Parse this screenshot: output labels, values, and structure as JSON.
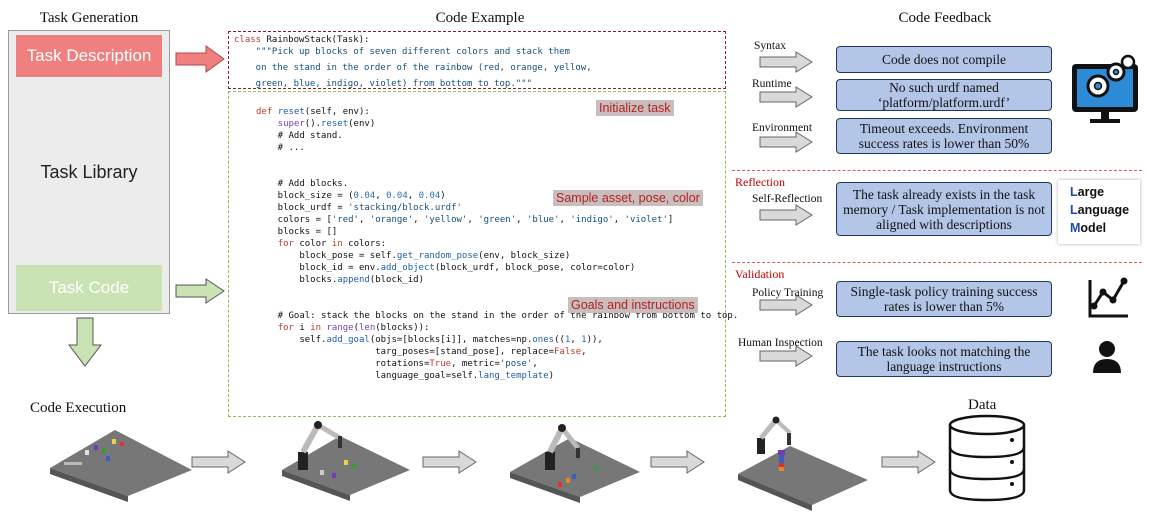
{
  "headers": {
    "task_generation": "Task Generation",
    "code_example": "Code Example",
    "code_feedback": "Code Feedback"
  },
  "library": {
    "task_description": "Task Description",
    "task_library": "Task Library",
    "task_code": "Task Code"
  },
  "code": {
    "class_line_kw": "class",
    "class_line_rest": " RainbowStack(Task):",
    "doc1": "    \"\"\"Pick up blocks of seven different colors and stack them",
    "doc2": "    on the stand in the order of the rainbow (red, orange, yellow,",
    "doc3": "    green, blue, indigo, violet) from bottom to top.\"\"\"",
    "tag_init": "Initialize task",
    "tag_sample": "Sample asset, pose, color",
    "tag_goals": "Goals and instructions"
  },
  "feedback": {
    "syntax_label": "Syntax",
    "syntax_text": "Code does not compile",
    "runtime_label": "Runtime",
    "runtime_text": "No such urdf named ‘platform/platform.urdf’",
    "environment_label": "Environment",
    "environment_text": "Timeout exceeds. Environment success rates is lower than 50%",
    "reflection_section": "Reflection",
    "self_reflection_label": "Self-Reflection",
    "self_reflection_text": "The task already exists in the task memory / Task implementation is not aligned with descriptions",
    "validation_section": "Validation",
    "policy_label": "Policy Training",
    "policy_text": "Single-task policy training success rates is lower than 5%",
    "human_label": "Human Inspection",
    "human_text": "The task looks not matching the language instructions"
  },
  "llm": {
    "line1_cap": "L",
    "line1_rest": "arge",
    "line2_cap": "L",
    "line2_rest": "anguage",
    "line3_cap": "M",
    "line3_rest": "odel"
  },
  "bottom": {
    "code_execution": "Code Execution",
    "data": "Data"
  },
  "colors": {
    "task_description_bg": "#f08080",
    "task_code_bg": "#c9e3b4",
    "feedback_box_bg": "#b3c6e7",
    "section_red": "#c00000"
  },
  "icons": [
    "monitor-gears-icon",
    "llm-logo",
    "line-chart-icon",
    "person-icon",
    "database-icon"
  ]
}
